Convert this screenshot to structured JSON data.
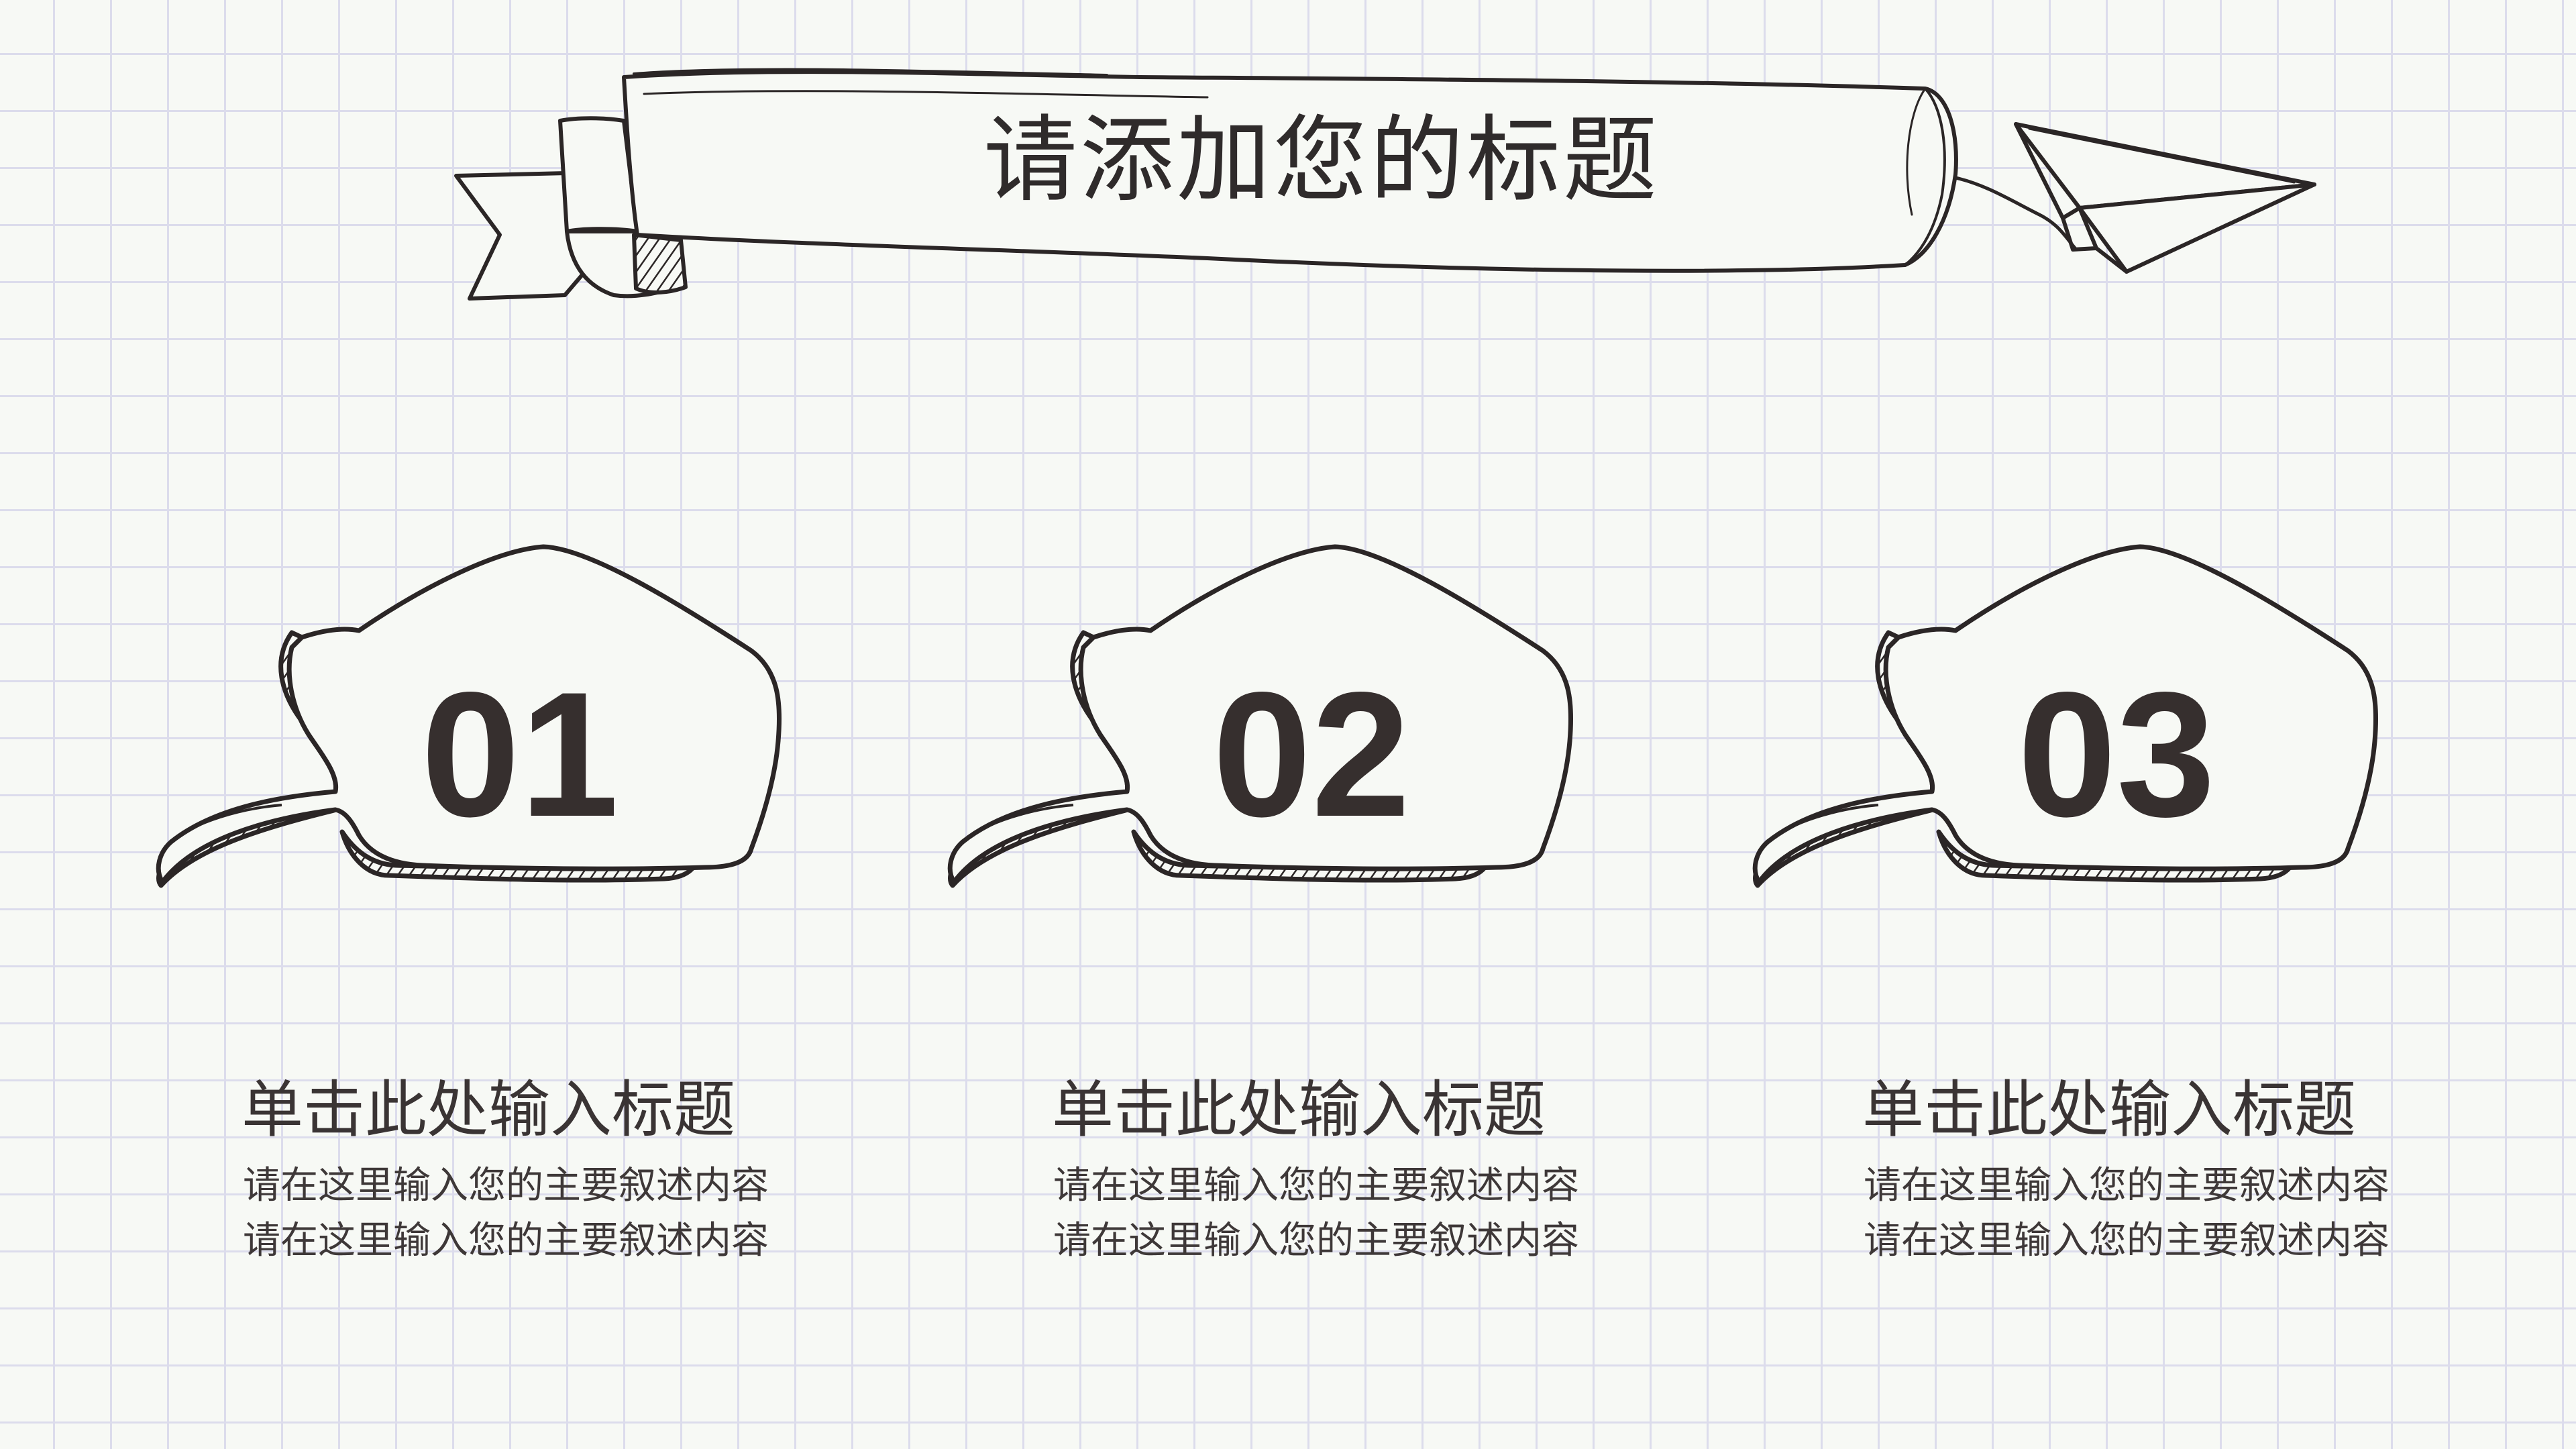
{
  "slide": {
    "title": "请添加您的标题"
  },
  "items": [
    {
      "number": "01",
      "title": "单击此处输入标题",
      "lines": [
        "请在这里输入您的主要叙述内容",
        "请在这里输入您的主要叙述内容"
      ]
    },
    {
      "number": "02",
      "title": "单击此处输入标题",
      "lines": [
        "请在这里输入您的主要叙述内容",
        "请在这里输入您的主要叙述内容"
      ]
    },
    {
      "number": "03",
      "title": "单击此处输入标题",
      "lines": [
        "请在这里输入您的主要叙述内容",
        "请在这里输入您的主要叙述内容"
      ]
    }
  ],
  "decorations": {
    "banner": "ribbon-banner",
    "plane": "paper-plane-icon",
    "bubble": "speech-bubble-icon"
  },
  "colors": {
    "background": "#f7f9f5",
    "grid": "#dcdcec",
    "ink": "#2f2b2b"
  }
}
